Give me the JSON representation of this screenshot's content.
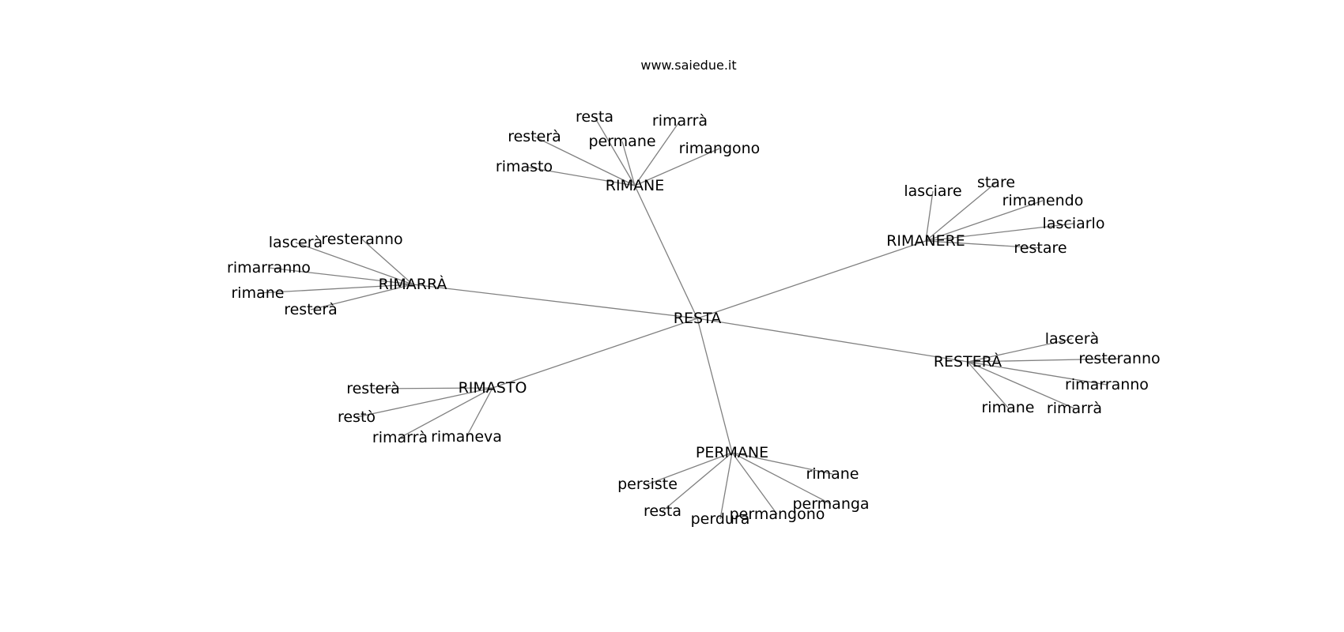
{
  "header": {
    "site_url": "www.saiedue.it"
  },
  "graph": {
    "root": "RESTA",
    "groups": [
      {
        "hub": "RIMANE",
        "leaves": [
          "resta",
          "rimarrà",
          "resterà",
          "permane",
          "rimangono",
          "rimasto"
        ]
      },
      {
        "hub": "RIMANERE",
        "leaves": [
          "lasciare",
          "stare",
          "rimanendo",
          "lasciarlo",
          "restare"
        ]
      },
      {
        "hub": "RIMARRÀ",
        "leaves": [
          "lascerà",
          "resteranno",
          "rimarranno",
          "rimane",
          "resterà"
        ]
      },
      {
        "hub": "RESTERÀ",
        "leaves": [
          "lascerà",
          "resteranno",
          "rimarranno",
          "rimane",
          "rimarrà"
        ]
      },
      {
        "hub": "RIMASTO",
        "leaves": [
          "resterà",
          "restò",
          "rimarrà",
          "rimaneva"
        ]
      },
      {
        "hub": "PERMANE",
        "leaves": [
          "rimane",
          "persiste",
          "permanga",
          "resta",
          "permangono",
          "perdura"
        ]
      }
    ]
  }
}
